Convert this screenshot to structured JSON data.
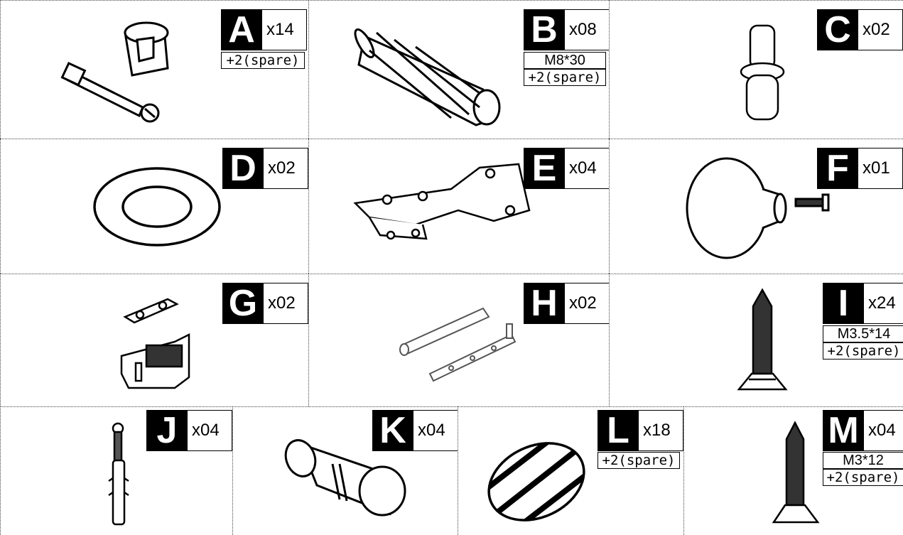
{
  "parts": [
    {
      "letter": "A",
      "qty": "x14",
      "spec": "",
      "spare": "+2(spare)",
      "icon": "cam-lock-fitting-icon"
    },
    {
      "letter": "B",
      "qty": "x08",
      "spec": "M8*30",
      "spare": "+2(spare)",
      "icon": "wooden-dowel-icon"
    },
    {
      "letter": "C",
      "qty": "x02",
      "spec": "",
      "spare": "",
      "icon": "shelf-pin-icon"
    },
    {
      "letter": "D",
      "qty": "x02",
      "spec": "",
      "spare": "",
      "icon": "washer-ring-icon"
    },
    {
      "letter": "E",
      "qty": "x04",
      "spec": "",
      "spare": "",
      "icon": "cabinet-hinge-icon"
    },
    {
      "letter": "F",
      "qty": "x01",
      "spec": "",
      "spare": "",
      "icon": "knob-with-screw-icon"
    },
    {
      "letter": "G",
      "qty": "x02",
      "spec": "",
      "spare": "",
      "icon": "magnetic-catch-icon"
    },
    {
      "letter": "H",
      "qty": "x02",
      "spec": "",
      "spare": "",
      "icon": "push-latch-icon"
    },
    {
      "letter": "I",
      "qty": "x24",
      "spec": "M3.5*14",
      "spare": "+2(spare)",
      "icon": "wood-screw-icon"
    },
    {
      "letter": "J",
      "qty": "x04",
      "spec": "",
      "spare": "",
      "icon": "wall-anchor-screw-icon"
    },
    {
      "letter": "K",
      "qty": "x04",
      "spec": "",
      "spare": "",
      "icon": "cylinder-connector-icon"
    },
    {
      "letter": "L",
      "qty": "x18",
      "spec": "",
      "spare": "+2(spare)",
      "icon": "cover-cap-icon"
    },
    {
      "letter": "M",
      "qty": "x04",
      "spec": "M3*12",
      "spare": "+2(spare)",
      "icon": "small-wood-screw-icon"
    }
  ]
}
